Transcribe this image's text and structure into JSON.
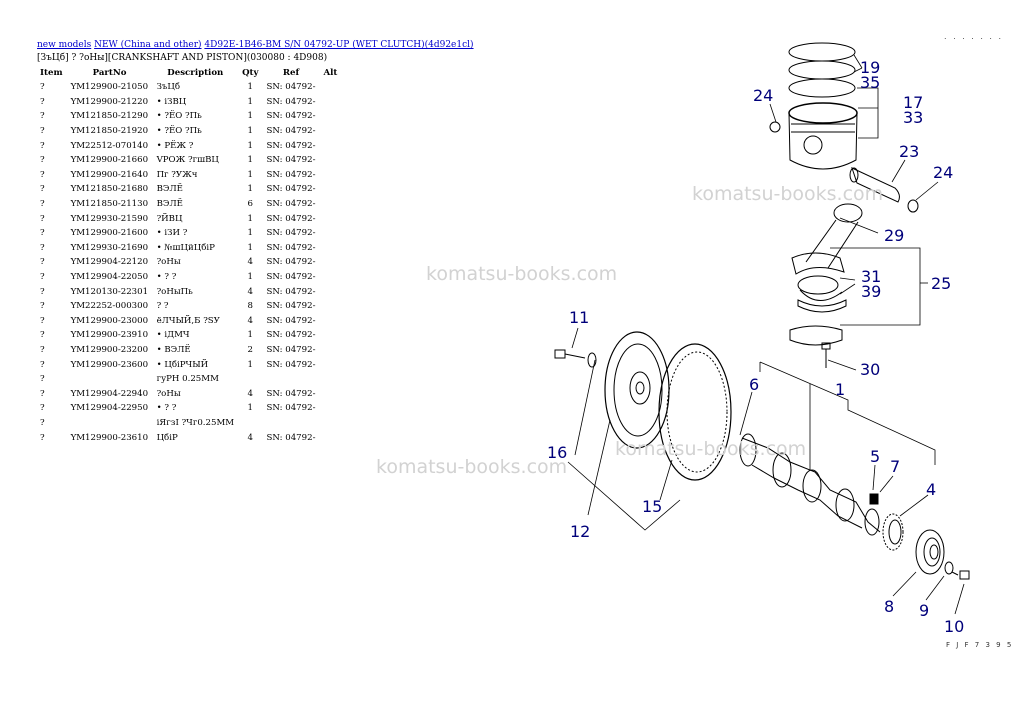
{
  "breadcrumb": {
    "link1": "new models",
    "link2": "NEW (China and other)",
    "link3": "4D92E-1B46-BM S/N 04792-UP (WET CLUTCH)(4d92e1cl)"
  },
  "subtitle": "[ЗъЦб] ? ?оНы][CRANKSHAFT AND PISTON](030080 : 4D908)",
  "columns": {
    "item": "Item",
    "partno": "PartNo",
    "desc": "Description",
    "qty": "Qty",
    "ref": "Ref",
    "alt": "Alt"
  },
  "rows": [
    {
      "item": "?",
      "partno": "YM129900-21050",
      "desc": "ЗъЦб",
      "qty": "1",
      "ref": "SN: 04792-"
    },
    {
      "item": "?",
      "partno": "YM129900-21220",
      "desc": "• іЗВЦ",
      "qty": "1",
      "ref": "SN: 04792-"
    },
    {
      "item": "?",
      "partno": "YM121850-21290",
      "desc": "• ?ЁО ?Пь",
      "qty": "1",
      "ref": "SN: 04792-"
    },
    {
      "item": "?",
      "partno": "YM121850-21920",
      "desc": "• ?ЁО ?Пь",
      "qty": "1",
      "ref": "SN: 04792-"
    },
    {
      "item": "?",
      "partno": "YM22512-070140",
      "desc": "• РЁЖ ?",
      "qty": "1",
      "ref": "SN: 04792-"
    },
    {
      "item": "?",
      "partno": "YM129900-21660",
      "desc": "VРОЖ ?гшВЦ",
      "qty": "1",
      "ref": "SN: 04792-"
    },
    {
      "item": "?",
      "partno": "YM129900-21640",
      "desc": "Пг ?УЖч",
      "qty": "1",
      "ref": "SN: 04792-"
    },
    {
      "item": "?",
      "partno": "YM121850-21680",
      "desc": "ВЭЛЁ",
      "qty": "1",
      "ref": "SN: 04792-"
    },
    {
      "item": "?",
      "partno": "YM121850-21130",
      "desc": "ВЭЛЁ",
      "qty": "6",
      "ref": "SN: 04792-"
    },
    {
      "item": "?",
      "partno": "YM129930-21590",
      "desc": "?ЙВЦ",
      "qty": "1",
      "ref": "SN: 04792-"
    },
    {
      "item": "?",
      "partno": "YM129900-21600",
      "desc": "• іЗИ ?",
      "qty": "1",
      "ref": "SN: 04792-"
    },
    {
      "item": "?",
      "partno": "YM129930-21690",
      "desc": "• №шЦйЦбіР",
      "qty": "1",
      "ref": "SN: 04792-"
    },
    {
      "item": "?",
      "partno": "YM129904-22120",
      "desc": "?оНы",
      "qty": "4",
      "ref": "SN: 04792-"
    },
    {
      "item": "?",
      "partno": "YM129904-22050",
      "desc": "• ? ?",
      "qty": "1",
      "ref": "SN: 04792-"
    },
    {
      "item": "?",
      "partno": "YM120130-22301",
      "desc": "?оНыПь",
      "qty": "4",
      "ref": "SN: 04792-"
    },
    {
      "item": "?",
      "partno": "YM22252-000300",
      "desc": "? ?",
      "qty": "8",
      "ref": "SN: 04792-"
    },
    {
      "item": "?",
      "partno": "YM129900-23000",
      "desc": "ёЛЧЫЙ,Б ?SУ",
      "qty": "4",
      "ref": "SN: 04792-"
    },
    {
      "item": "?",
      "partno": "YM129900-23910",
      "desc": "• іДМЧ",
      "qty": "1",
      "ref": "SN: 04792-"
    },
    {
      "item": "?",
      "partno": "YM129900-23200",
      "desc": "• ВЭЛЁ",
      "qty": "2",
      "ref": "SN: 04792-"
    },
    {
      "item": "?",
      "partno": "YM129900-23600",
      "desc": "• ЦбіРЧЫЙ",
      "qty": "1",
      "ref": "SN: 04792-"
    },
    {
      "item": "?",
      "partno": "",
      "desc": "гуРН 0.25MM",
      "qty": "",
      "ref": ""
    },
    {
      "item": "?",
      "partno": "YM129904-22940",
      "desc": "?оНы",
      "qty": "4",
      "ref": "SN: 04792-"
    },
    {
      "item": "?",
      "partno": "YM129904-22950",
      "desc": "• ? ?",
      "qty": "1",
      "ref": "SN: 04792-"
    },
    {
      "item": "?",
      "partno": "",
      "desc": "іЯгзІ ?Чг0.25MM",
      "qty": "",
      "ref": ""
    },
    {
      "item": "?",
      "partno": "YM129900-23610",
      "desc": "ЦбіР",
      "qty": "4",
      "ref": "SN: 04792-"
    }
  ],
  "watermark": "komatsu-books.com",
  "corner_dots": ". . . . . . .",
  "drawing_code": "F J F 7 3 9 5",
  "callouts": {
    "c19": "19",
    "c35": "35",
    "c17": "17",
    "c33": "33",
    "c24a": "24",
    "c24b": "24",
    "c23": "23",
    "c29": "29",
    "c31": "31",
    "c39": "39",
    "c25": "25",
    "c30": "30",
    "c11": "11",
    "c1": "1",
    "c6": "6",
    "c16": "16",
    "c5": "5",
    "c7": "7",
    "c4": "4",
    "c12": "12",
    "c15": "15",
    "c8": "8",
    "c9": "9",
    "c10": "10"
  },
  "colors": {
    "link": "#0000cc",
    "callout": "#00007a",
    "watermark": "#d2d2d2"
  }
}
